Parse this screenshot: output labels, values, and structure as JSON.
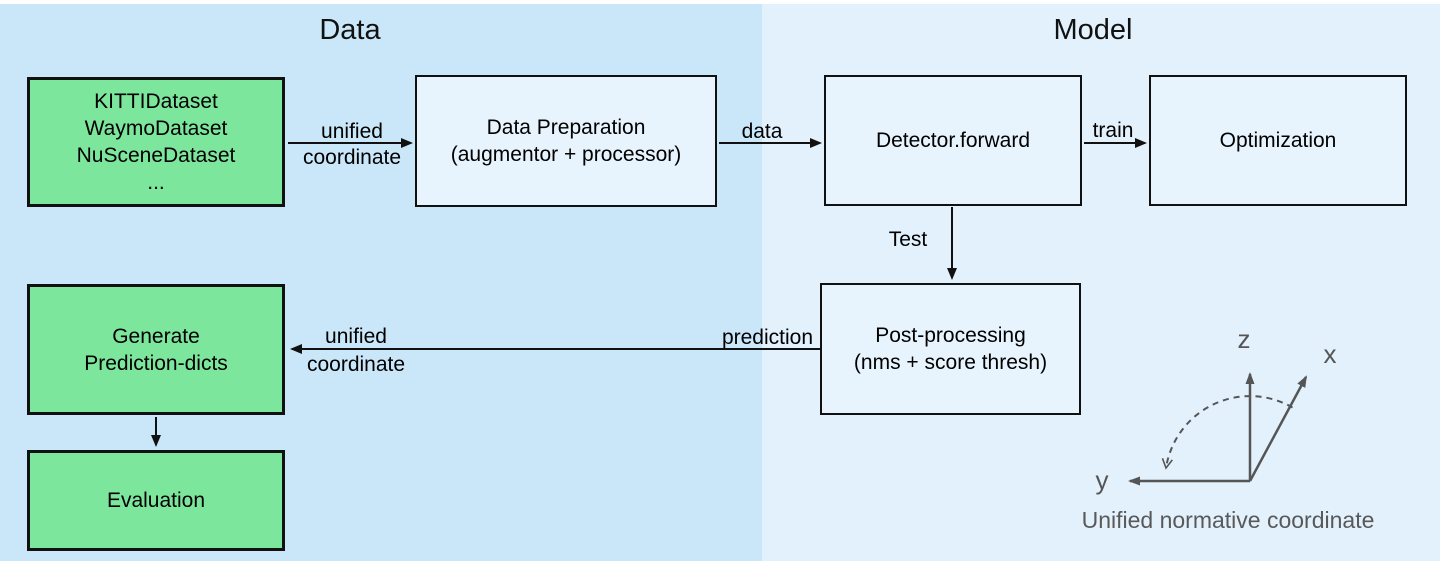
{
  "titles": {
    "data": "Data",
    "model": "Model"
  },
  "boxes": {
    "datasets": {
      "lines": [
        "KITTIDataset",
        "WaymoDataset",
        "NuSceneDataset",
        "..."
      ]
    },
    "data_preparation": {
      "lines": [
        "Data Preparation",
        "(augmentor + processor)"
      ]
    },
    "detector": {
      "lines": [
        "Detector.forward"
      ]
    },
    "optimization": {
      "lines": [
        "Optimization"
      ]
    },
    "post_processing": {
      "lines": [
        "Post-processing",
        "(nms + score thresh)"
      ]
    },
    "generate_prediction": {
      "lines": [
        "Generate",
        "Prediction-dicts"
      ]
    },
    "evaluation": {
      "lines": [
        "Evaluation"
      ]
    }
  },
  "edge_labels": {
    "unified_top": "unified",
    "coordinate_top": "coordinate",
    "data": "data",
    "train": "train",
    "test": "Test",
    "prediction": "prediction",
    "unified_bottom": "unified",
    "coordinate_bottom": "coordinate"
  },
  "coordinate_sketch": {
    "axis_z": "z",
    "axis_x": "x",
    "axis_y": "y",
    "caption": "Unified normative coordinate"
  },
  "colors": {
    "panel_data": "#cae7f9",
    "panel_model": "#e2f1fc",
    "box_green": "#7de69d",
    "box_light": "#e8f4fd",
    "border": "#111111",
    "axis_gray": "#555555",
    "caption_gray": "#595959"
  }
}
